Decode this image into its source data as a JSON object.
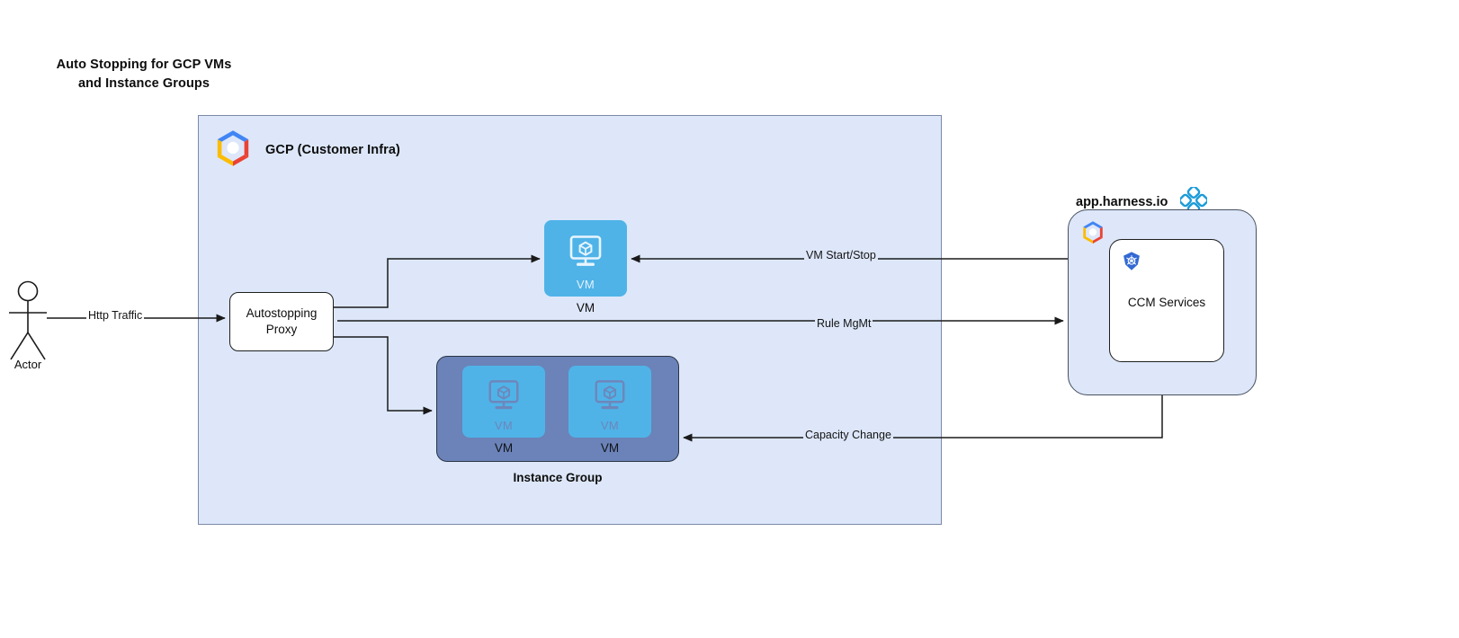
{
  "title": {
    "line1": "Auto Stopping for GCP VMs",
    "line2": "and Instance Groups",
    "full": "Auto Stopping for GCP VMs and Instance Groups"
  },
  "gcp_container": {
    "label": "GCP (Customer Infra)",
    "logo_icon": "gcp-hexagon-logo",
    "background_color": "#dde7f9",
    "border_color": "#7b8aa8"
  },
  "actor": {
    "label": "Actor",
    "icon": "stick-figure-actor-icon"
  },
  "proxy": {
    "label_line1": "Autostopping",
    "label_line2": "Proxy",
    "label": "Autostopping Proxy"
  },
  "vm_standalone": {
    "inner_label": "VM",
    "caption": "VM",
    "icon": "vm-monitor-cube-icon",
    "color": "#4fb3e8"
  },
  "instance_group": {
    "caption": "Instance Group",
    "container_color": "#6b83b8",
    "vms": [
      {
        "inner_label": "VM",
        "caption": "VM",
        "icon": "vm-monitor-cube-icon"
      },
      {
        "inner_label": "VM",
        "caption": "VM",
        "icon": "vm-monitor-cube-icon"
      }
    ]
  },
  "harness": {
    "title": "app.harness.io",
    "logo_icon": "harness-diamond-logo",
    "gcp_logo_icon": "gcp-hexagon-logo",
    "accent_color": "#1b9bd8",
    "ccm": {
      "label": "CCM Services",
      "icon": "kubernetes-helm-icon",
      "icon_color": "#3269d3"
    }
  },
  "edges": [
    {
      "id": "http-traffic",
      "label": "Http Traffic",
      "from": "actor",
      "to": "autostopping-proxy"
    },
    {
      "id": "vm-start-stop",
      "label": "VM Start/Stop",
      "from": "ccm-services",
      "to": "vm-standalone"
    },
    {
      "id": "rule-mgmt",
      "label": "Rule MgMt",
      "from": "autostopping-proxy",
      "to": "ccm-services"
    },
    {
      "id": "capacity",
      "label": "Capacity Change",
      "from": "ccm-services",
      "to": "instance-group"
    },
    {
      "id": "proxy-to-vm",
      "label": "",
      "from": "autostopping-proxy",
      "to": "vm-standalone"
    },
    {
      "id": "proxy-to-ig",
      "label": "",
      "from": "autostopping-proxy",
      "to": "instance-group"
    }
  ]
}
